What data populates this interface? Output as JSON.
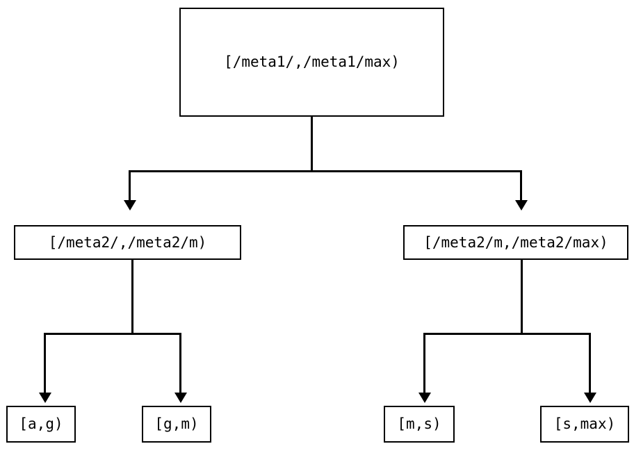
{
  "diagram": {
    "type": "tree",
    "title": "",
    "background_color": "#ffffff",
    "line_color": "#000000",
    "text_color": "#000000",
    "nodes": {
      "root": {
        "label": "[/meta1/,/meta1/max)"
      },
      "left_mid": {
        "label": "[/meta2/,/meta2/m)"
      },
      "right_mid": {
        "label": "[/meta2/m,/meta2/max)"
      },
      "leaf_ag": {
        "label": "[a,g)"
      },
      "leaf_gm": {
        "label": "[g,m)"
      },
      "leaf_ms": {
        "label": "[m,s)"
      },
      "leaf_smax": {
        "label": "[s,max)"
      }
    }
  }
}
